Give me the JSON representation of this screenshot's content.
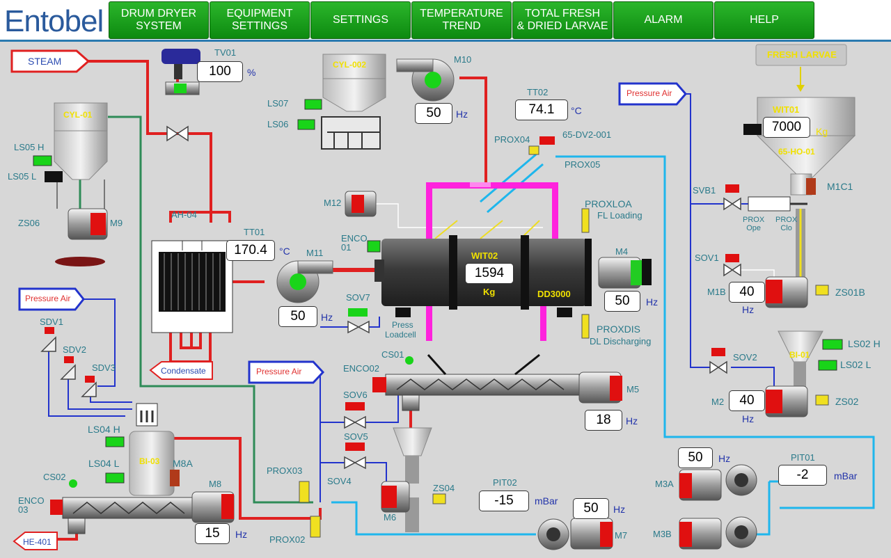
{
  "brand": {
    "logo": "Entobel"
  },
  "nav": [
    {
      "id": "drum",
      "label": "DRUM DRYER\nSYSTEM"
    },
    {
      "id": "equip",
      "label": "EQUIPMENT\nSETTINGS"
    },
    {
      "id": "settings",
      "label": "SETTINGS"
    },
    {
      "id": "temp",
      "label": "TEMPERATURE\nTREND"
    },
    {
      "id": "total",
      "label": "TOTAL FRESH\n& DRIED LARVAE"
    },
    {
      "id": "alarm",
      "label": "ALARM"
    },
    {
      "id": "help",
      "label": "HELP"
    }
  ],
  "flags": {
    "steam": "STEAM",
    "condensate": "Condensate",
    "he401": "HE-401",
    "pa1": "Pressure Air",
    "pa2": "Pressure Air",
    "pa3": "Pressure Air",
    "fresh": "FRESH LARVAE"
  },
  "values": {
    "tv01": {
      "tag": "TV01",
      "value": "100",
      "unit": "%"
    },
    "m10": {
      "tag": "M10",
      "value": "50",
      "unit": "Hz"
    },
    "tt02": {
      "tag": "TT02",
      "value": "74.1",
      "unit": "°C"
    },
    "tt01": {
      "tag": "TT01",
      "value": "170.4",
      "unit": "°C"
    },
    "m11": {
      "tag": "M11",
      "value": "50",
      "unit": "Hz"
    },
    "wit02": {
      "tag": "WIT02",
      "value": "1594",
      "unit": "Kg"
    },
    "m4": {
      "tag": "M4",
      "value": "50",
      "unit": "Hz"
    },
    "wit01": {
      "tag": "WIT01",
      "value": "7000",
      "unit": "Kg"
    },
    "m1b": {
      "tag": "M1B",
      "value": "40",
      "unit": "Hz"
    },
    "m2": {
      "tag": "M2",
      "value": "40",
      "unit": "Hz"
    },
    "m5": {
      "tag": "M5",
      "value": "18",
      "unit": "Hz"
    },
    "m3a": {
      "tag": "M3A",
      "value": "50",
      "unit": "Hz"
    },
    "pit01": {
      "tag": "PIT01",
      "value": "-2",
      "unit": "mBar"
    },
    "pit02": {
      "tag": "PIT02",
      "value": "-15",
      "unit": "mBar"
    },
    "m7": {
      "tag": "M7",
      "value": "50",
      "unit": "Hz"
    },
    "m8": {
      "tag": "M8",
      "value": "15",
      "unit": "Hz"
    }
  },
  "labels": {
    "cyl01": "CYL-01",
    "cyl002": "CYL-002",
    "bi03": "BI-03",
    "bi01": "BI-01",
    "dd3000": "DD3000",
    "ho01": "65-HO-01",
    "ls05h": "LS05 H",
    "ls05l": "LS05 L",
    "zs06": "ZS06",
    "m9": "M9",
    "ah04": "AH-04",
    "ls07": "LS07",
    "ls06": "LS06",
    "m12": "M12",
    "enco01": "ENCO\n01",
    "prox04": "PROX04",
    "dv2": "65-DV2-001",
    "prox05": "PROX05",
    "proxloa": "PROXLOA",
    "flloading": "FL Loading",
    "proxdis": "PROXDIS",
    "dldis": "DL Discharging",
    "sov7": "SOV7",
    "press": "Press",
    "loadcell": "Loadcell",
    "cs01": "CS01",
    "enco02": "ENCO02",
    "sov6": "SOV6",
    "sov5": "SOV5",
    "sov4": "SOV4",
    "zs04": "ZS04",
    "m6": "M6",
    "prox03": "PROX03",
    "prox02": "PROX02",
    "sdv1": "SDV1",
    "sdv2": "SDV2",
    "sdv3": "SDV3",
    "ls04h": "LS04 H",
    "ls04l": "LS04 L",
    "m8a": "M8A",
    "cs02": "CS02",
    "enco03": "ENCO\n03",
    "svb1": "SVB1",
    "proxope": "PROX\nOpe",
    "proxclo": "PROX\nClo",
    "m1c1": "M1C1",
    "sov1": "SOV1",
    "zs01b": "ZS01B",
    "sov2": "SOV2",
    "ls02h": "LS02 H",
    "ls02l": "LS02 L",
    "zs02": "ZS02",
    "m3b": "M3B"
  }
}
